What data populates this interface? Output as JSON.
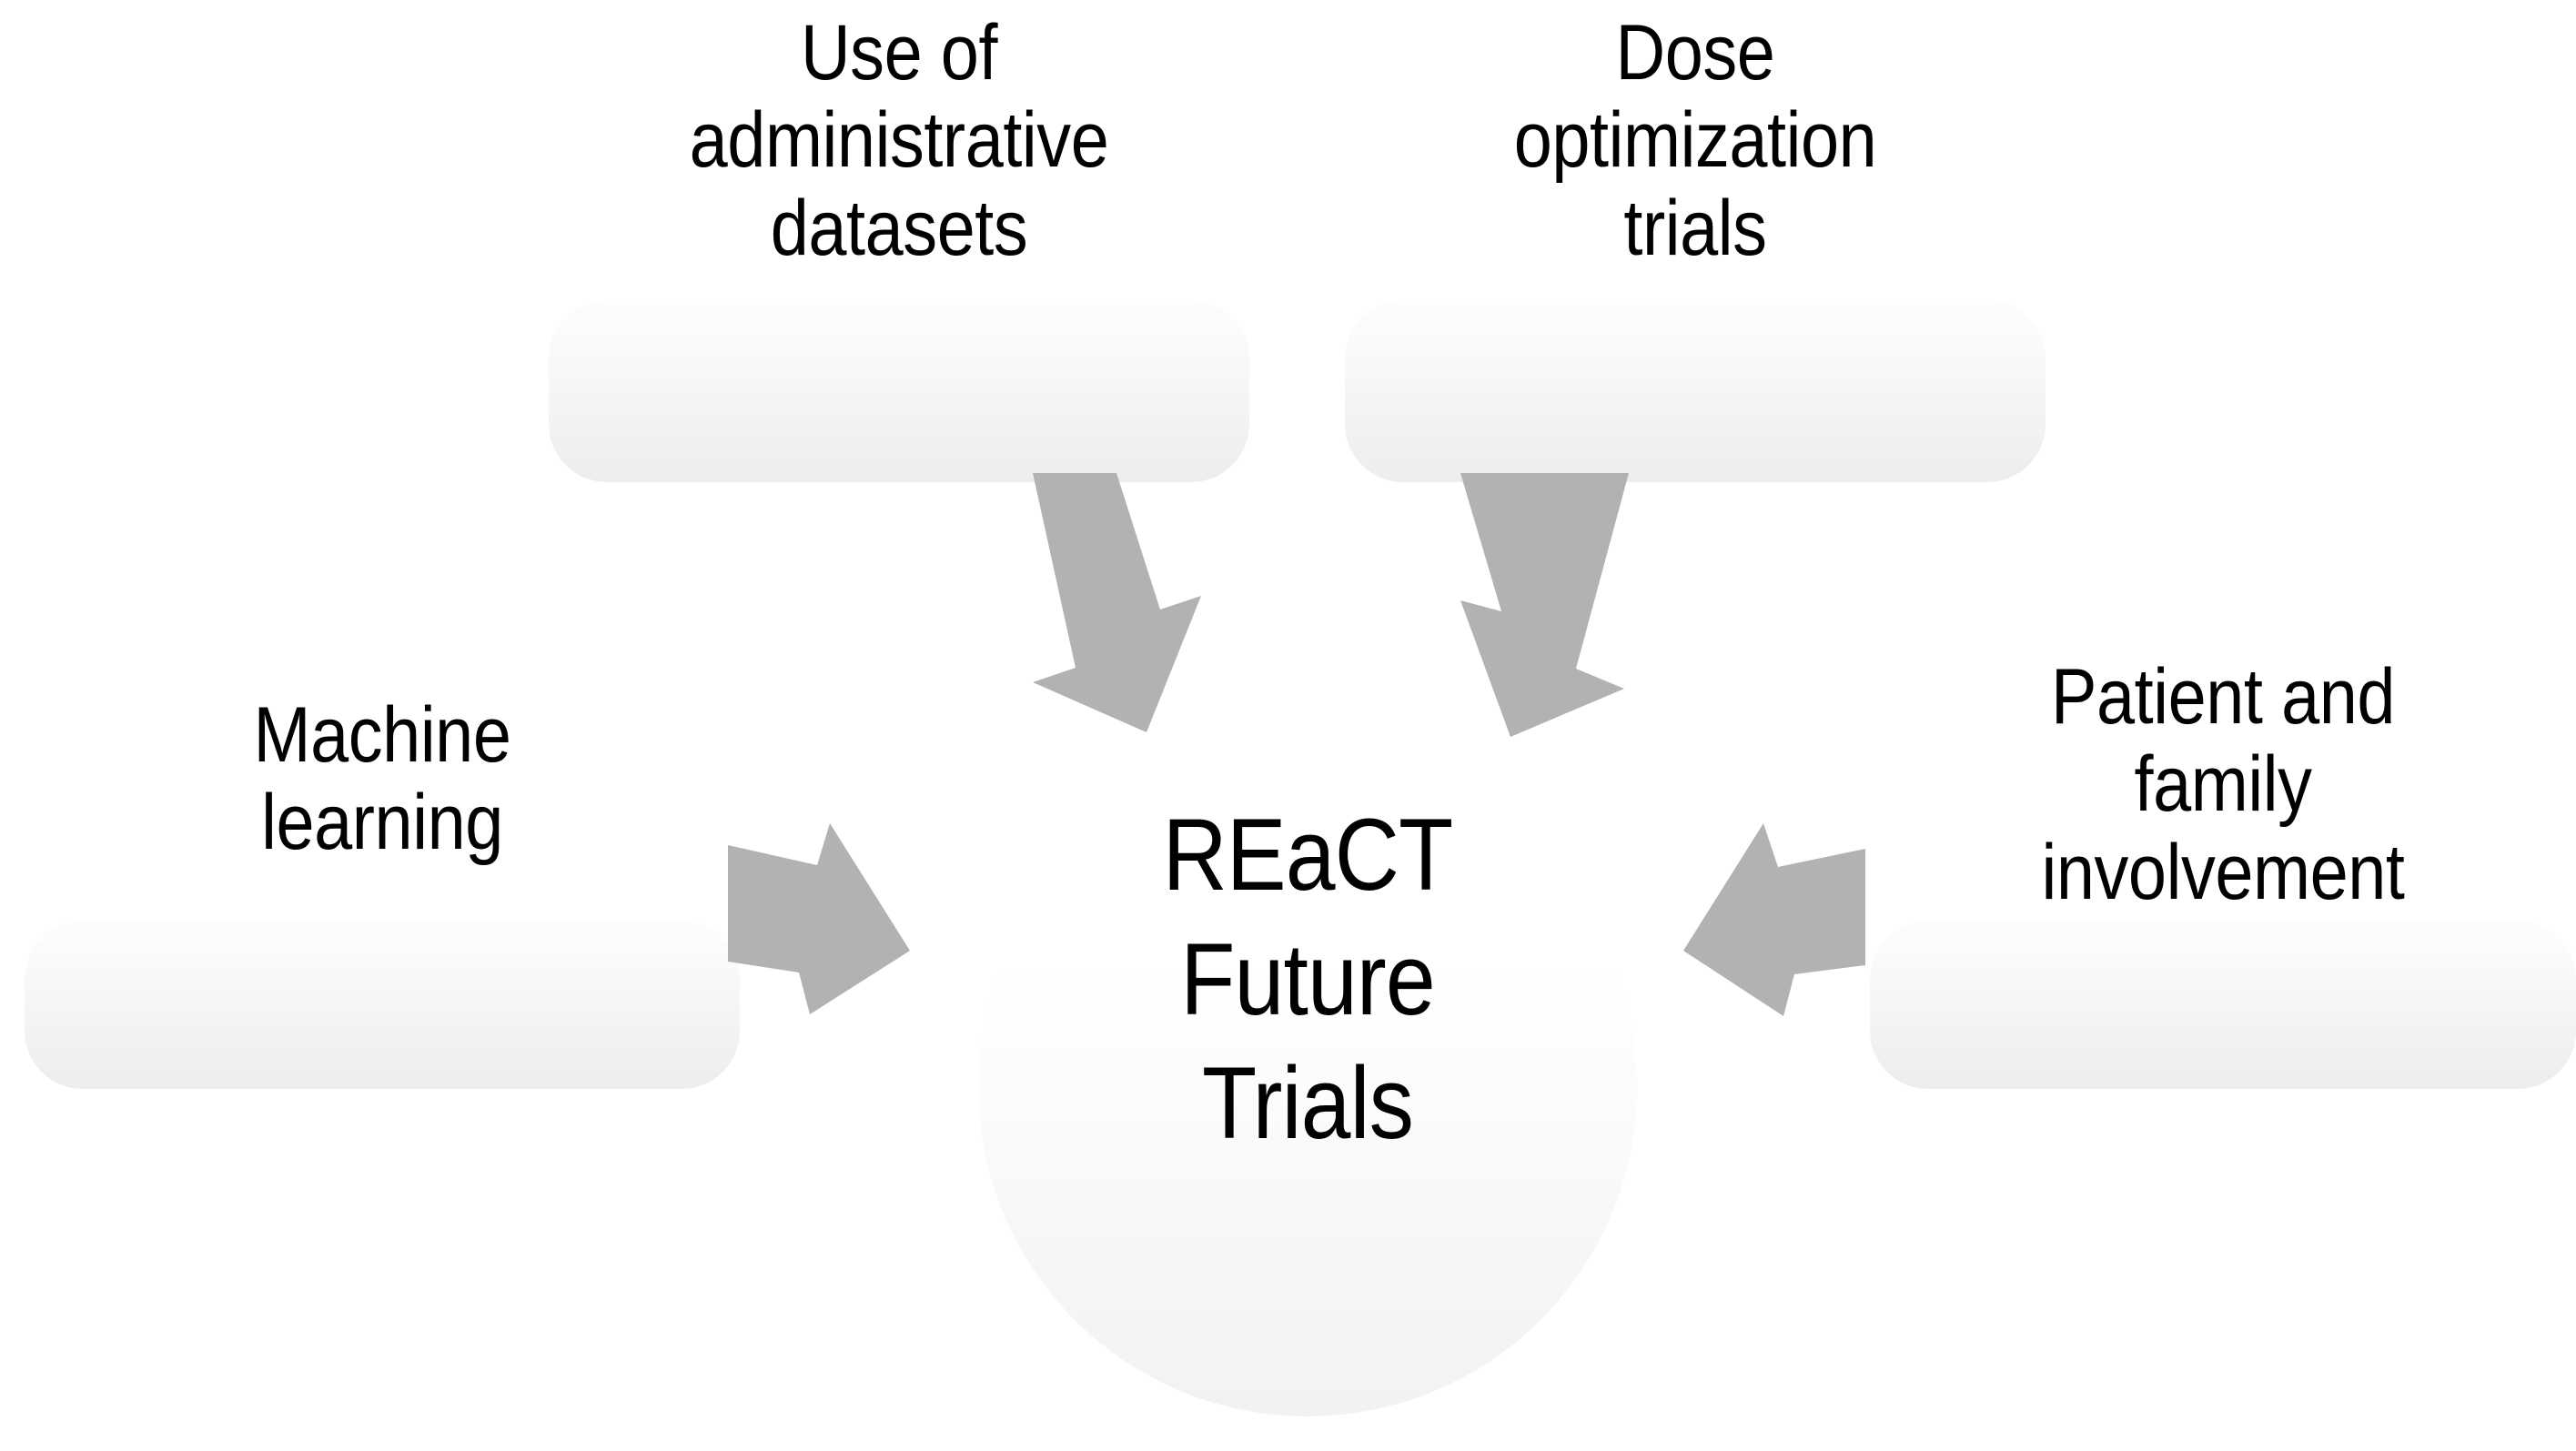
{
  "diagram": {
    "title": "REaCT Future Trials",
    "type": "hub-and-spoke-concept-diagram",
    "background_color": "#ffffff",
    "arrow_color": "#b2b2b2",
    "plate_color_top": "#fdfdfd",
    "plate_color_bottom": "#ededed",
    "text_color": "#000000"
  },
  "center": {
    "label": "REaCT\nFuture\nTrials",
    "lines": [
      "REaCT",
      "Future",
      "Trials"
    ]
  },
  "nodes": [
    {
      "id": "administrative-datasets",
      "label": "Use of\nadministrative\ndatasets",
      "lines": [
        "Use of",
        "administrative",
        "datasets"
      ],
      "position": "top-left",
      "arrow": {
        "name": "arrow-down-right-icon",
        "direction": "down-right",
        "points_to": "center"
      }
    },
    {
      "id": "dose-optimization-trials",
      "label": "Dose\noptimization\ntrials",
      "lines": [
        "Dose",
        "optimization",
        "trials"
      ],
      "position": "top-right",
      "arrow": {
        "name": "arrow-down-left-icon",
        "direction": "down-left",
        "points_to": "center"
      }
    },
    {
      "id": "machine-learning",
      "label": "Machine\nlearning",
      "lines": [
        "Machine",
        "learning"
      ],
      "position": "left",
      "arrow": {
        "name": "arrow-right-icon",
        "direction": "right",
        "points_to": "center"
      }
    },
    {
      "id": "patient-and-family-involvement",
      "label": "Patient and\nfamily\ninvolvement",
      "lines": [
        "Patient and",
        "family",
        "involvement"
      ],
      "position": "right",
      "arrow": {
        "name": "arrow-left-icon",
        "direction": "left",
        "points_to": "center"
      }
    }
  ]
}
